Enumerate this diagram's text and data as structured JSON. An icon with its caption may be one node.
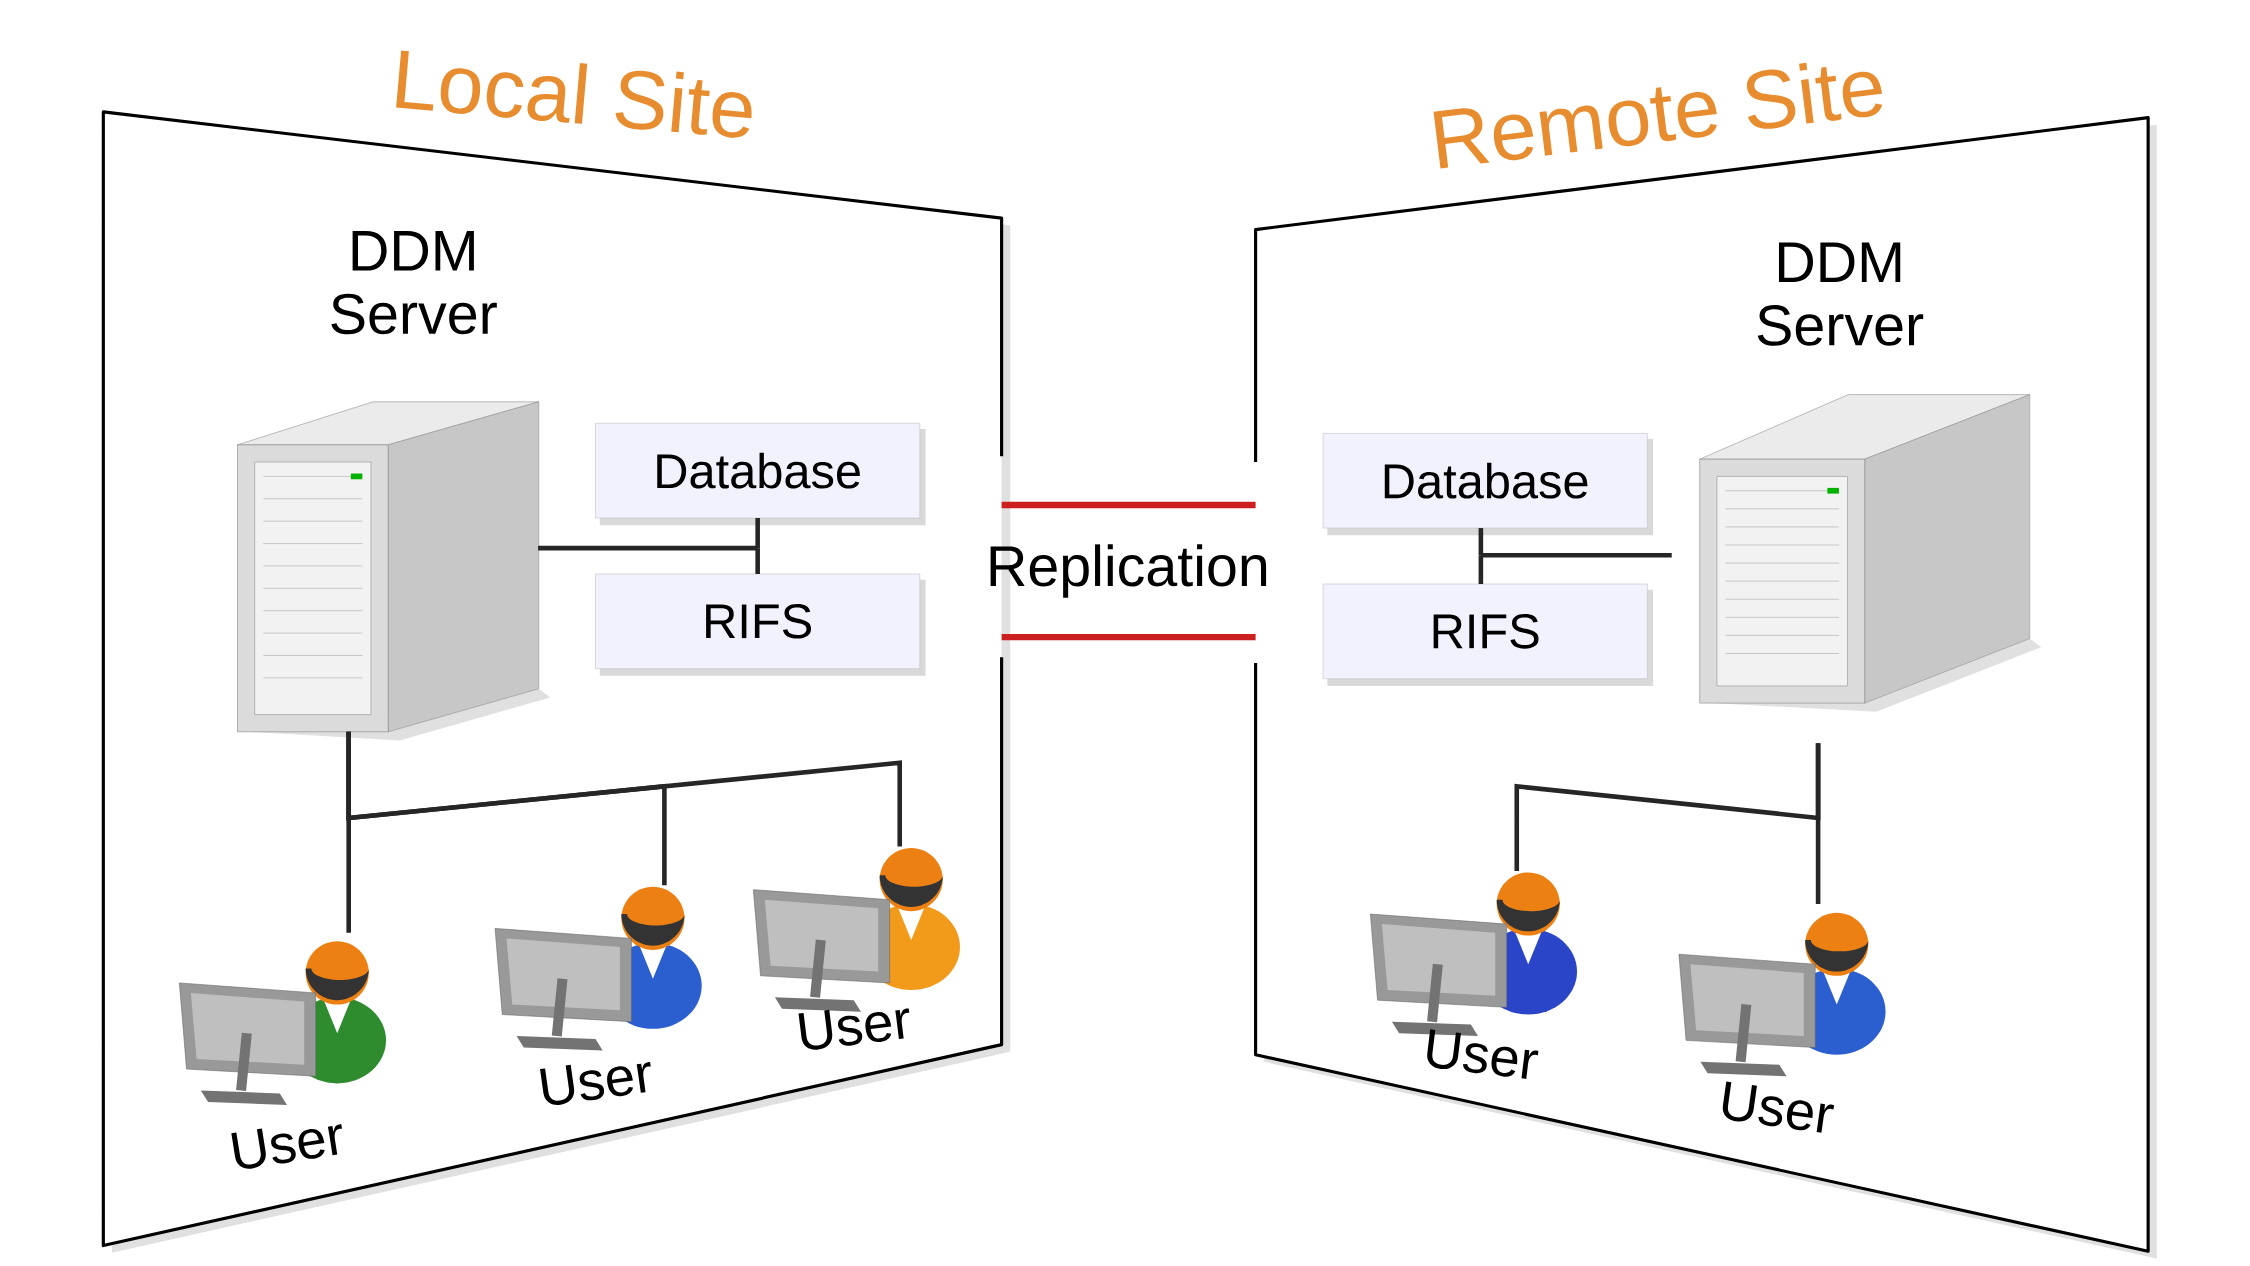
{
  "diagram": {
    "nodes": [
      {
        "text": [
          "Local Site"
        ]
      },
      {
        "text": [
          "DDM Server"
        ],
        "in": 0
      },
      {
        "text": [
          "Database"
        ],
        "in": 0
      },
      {
        "text": [
          "RIFS"
        ],
        "in": 0
      },
      {
        "text": [
          "User"
        ],
        "in": 0
      },
      {
        "text": [
          "User"
        ],
        "in": 0
      },
      {
        "text": [
          "User"
        ],
        "in": 0
      },
      {
        "text": [
          "Remote Site"
        ]
      },
      {
        "text": [
          "DDM Server"
        ],
        "in": 7
      },
      {
        "text": [
          "Database"
        ],
        "in": 7
      },
      {
        "text": [
          "RIFS"
        ],
        "in": 7
      },
      {
        "text": [
          "User"
        ],
        "in": 7
      },
      {
        "text": [
          "User"
        ],
        "in": 7
      }
    ],
    "edges": [
      {
        "from": 0,
        "to": 7,
        "arrow": "none",
        "color": "#cc1f1f"
      },
      {
        "from": 0,
        "to": 7,
        "arrow": "none",
        "color": "#cc1f1f"
      },
      {
        "from": 1,
        "to": 2,
        "arrow": "none"
      },
      {
        "from": 1,
        "to": 3,
        "arrow": "none"
      },
      {
        "from": 1,
        "to": 4,
        "arrow": "none"
      },
      {
        "from": 1,
        "to": 5,
        "arrow": "none"
      },
      {
        "from": 1,
        "to": 6,
        "arrow": "none"
      },
      {
        "from": 8,
        "to": 9,
        "arrow": "none"
      },
      {
        "from": 8,
        "to": 10,
        "arrow": "none"
      },
      {
        "from": 8,
        "to": 11,
        "arrow": "none"
      },
      {
        "from": 8,
        "to": 12,
        "arrow": "none"
      }
    ],
    "labels": [
      "Replication"
    ]
  }
}
